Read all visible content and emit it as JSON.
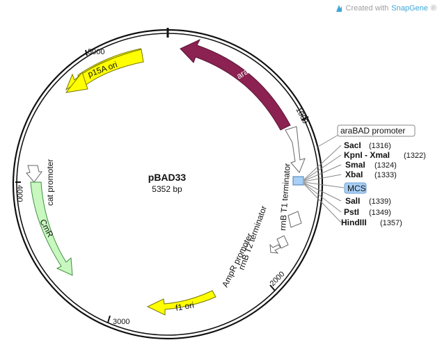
{
  "watermark": {
    "prefix": "Created with",
    "brand": "SnapGene",
    "suffix": "®"
  },
  "plasmid": {
    "name": "pBAD33",
    "size": "5352 bp"
  },
  "ticks": {
    "t1000": "1000",
    "t2000": "2000",
    "t3000": "3000",
    "t4000": "4000",
    "t5000": "5000"
  },
  "features": {
    "arac": "araC",
    "p15a_ori": "p15A ori",
    "f1_ori": "f1 ori",
    "cmr": "CmR",
    "cat_promoter": "cat promoter",
    "rrnb_t1": "rrnB T1 terminator",
    "rrnb_t2": "rrnB T2 terminator",
    "ampr_promoter": "AmpR promoter",
    "arabad_promoter": "araBAD promoter",
    "mcs": "MCS"
  },
  "sites": [
    {
      "name": "SacI",
      "pos": "(1316)"
    },
    {
      "name": "KpnI - XmaI",
      "pos": "(1322)"
    },
    {
      "name": "SmaI",
      "pos": "(1324)"
    },
    {
      "name": "XbaI",
      "pos": "(1333)"
    },
    {
      "name": "SalI",
      "pos": "(1339)"
    },
    {
      "name": "PstI",
      "pos": "(1349)"
    },
    {
      "name": "HindIII",
      "pos": "(1357)"
    }
  ],
  "colors": {
    "arac": "#8b2252",
    "ori": "#ffff00",
    "cmr": "#c8f7c0",
    "mcs_box": "#a8cff5",
    "outline": "#555555"
  }
}
